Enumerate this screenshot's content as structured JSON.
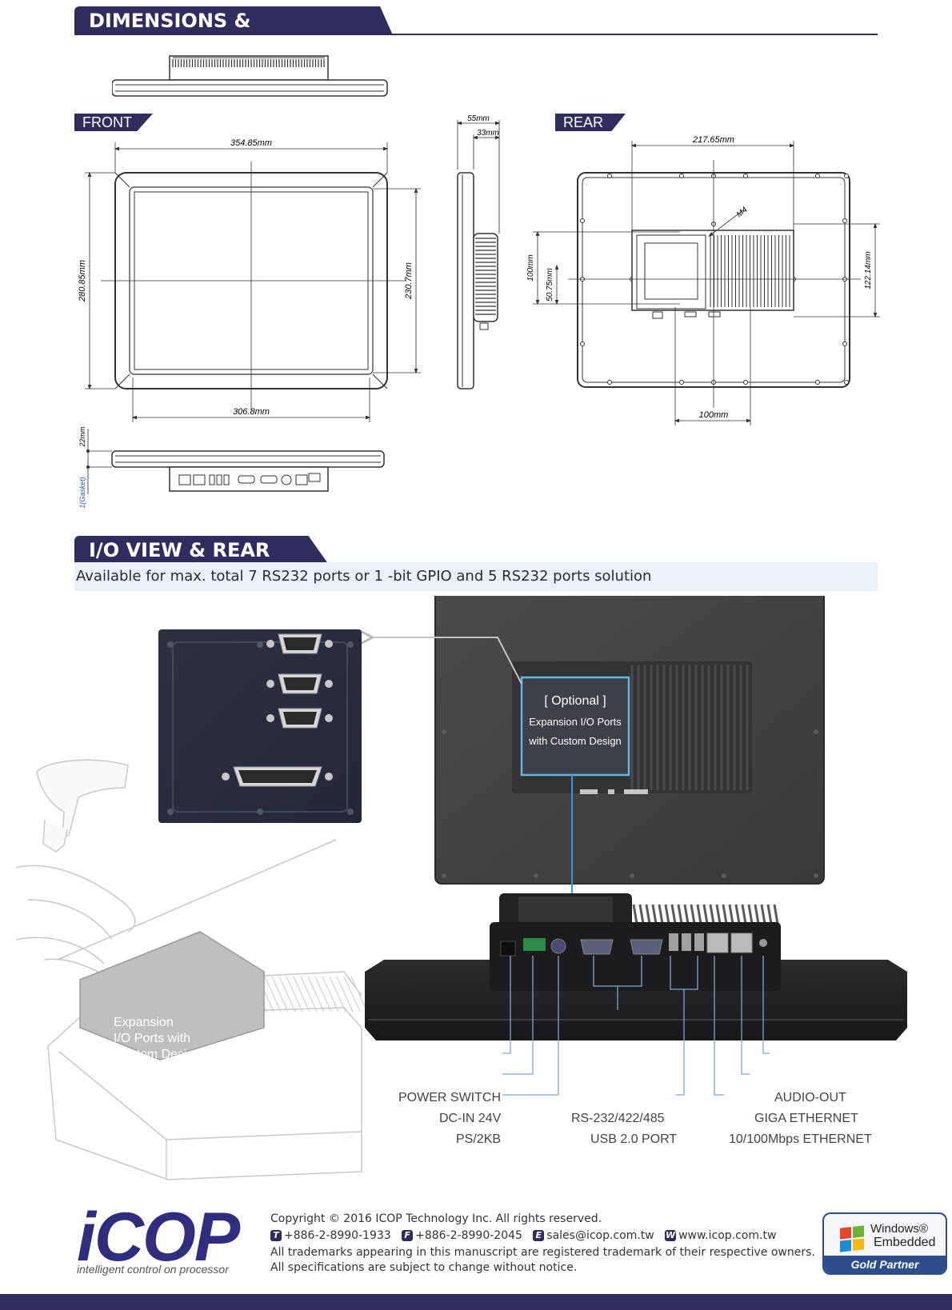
{
  "sections": {
    "dimensions_title": "DIMENSIONS & SPECIFICATION",
    "io_title": "I/O VIEW & REAR VIEW",
    "io_subtitle": "Available for max. total 7 RS232 ports or 1  -bit GPIO and 5 RS232 ports solution"
  },
  "views": {
    "front": "FRONT",
    "rear": "REAR"
  },
  "dimensions": {
    "front_width": "354.85mm",
    "front_height": "280.85mm",
    "front_inner_height": "230.7mm",
    "front_inner_width": "306.8mm",
    "side_depth_total": "55mm",
    "side_depth_body": "33mm",
    "rear_width": "217.65mm",
    "rear_vesa_h": "100mm",
    "rear_vesa_offset": "50.75mm",
    "rear_height": "122.14mm",
    "rear_vesa_w": "100mm",
    "screw": "M4",
    "bezel": "22mm",
    "gasket": "1(Gasket)"
  },
  "photos": {
    "optional_title": "[ Optional ]",
    "optional_line1": "Expansion I/O Ports",
    "optional_line2": "with Custom Design",
    "sketch_line1": "Expansion",
    "sketch_line2": "I/O Ports with",
    "sketch_line3": "Custom Design"
  },
  "callouts": {
    "power_switch": "POWER SWITCH",
    "dc_in": "DC-IN 24V",
    "ps2": "PS/2KB",
    "rs232": "RS-232/422/485",
    "usb": "USB 2.0 PORT",
    "audio": "AUDIO-OUT",
    "giga": "GIGA ETHERNET",
    "fast_eth": "10/100Mbps ETHERNET"
  },
  "footer": {
    "logo": "iCOP",
    "logo_tagline": "intelligent control on processor",
    "copyright": "Copyright © 2016  ICOP Technology Inc.  All rights reserved.",
    "tel_icon": "T",
    "tel": "+886-2-8990-1933",
    "fax_icon": "F",
    "fax": "+886-2-8990-2045",
    "email_icon": "E",
    "email": "sales@icop.com.tw",
    "web_icon": "W",
    "web": "www.icop.com.tw",
    "trademarks": "All trademarks appearing in  this manuscript are registered trademark of their respective owners.",
    "specs_note": "All specifications are subject to change without notice.",
    "badge_line1": "Windows®",
    "badge_line2": "Embedded",
    "badge_line3": "Gold Partner"
  }
}
